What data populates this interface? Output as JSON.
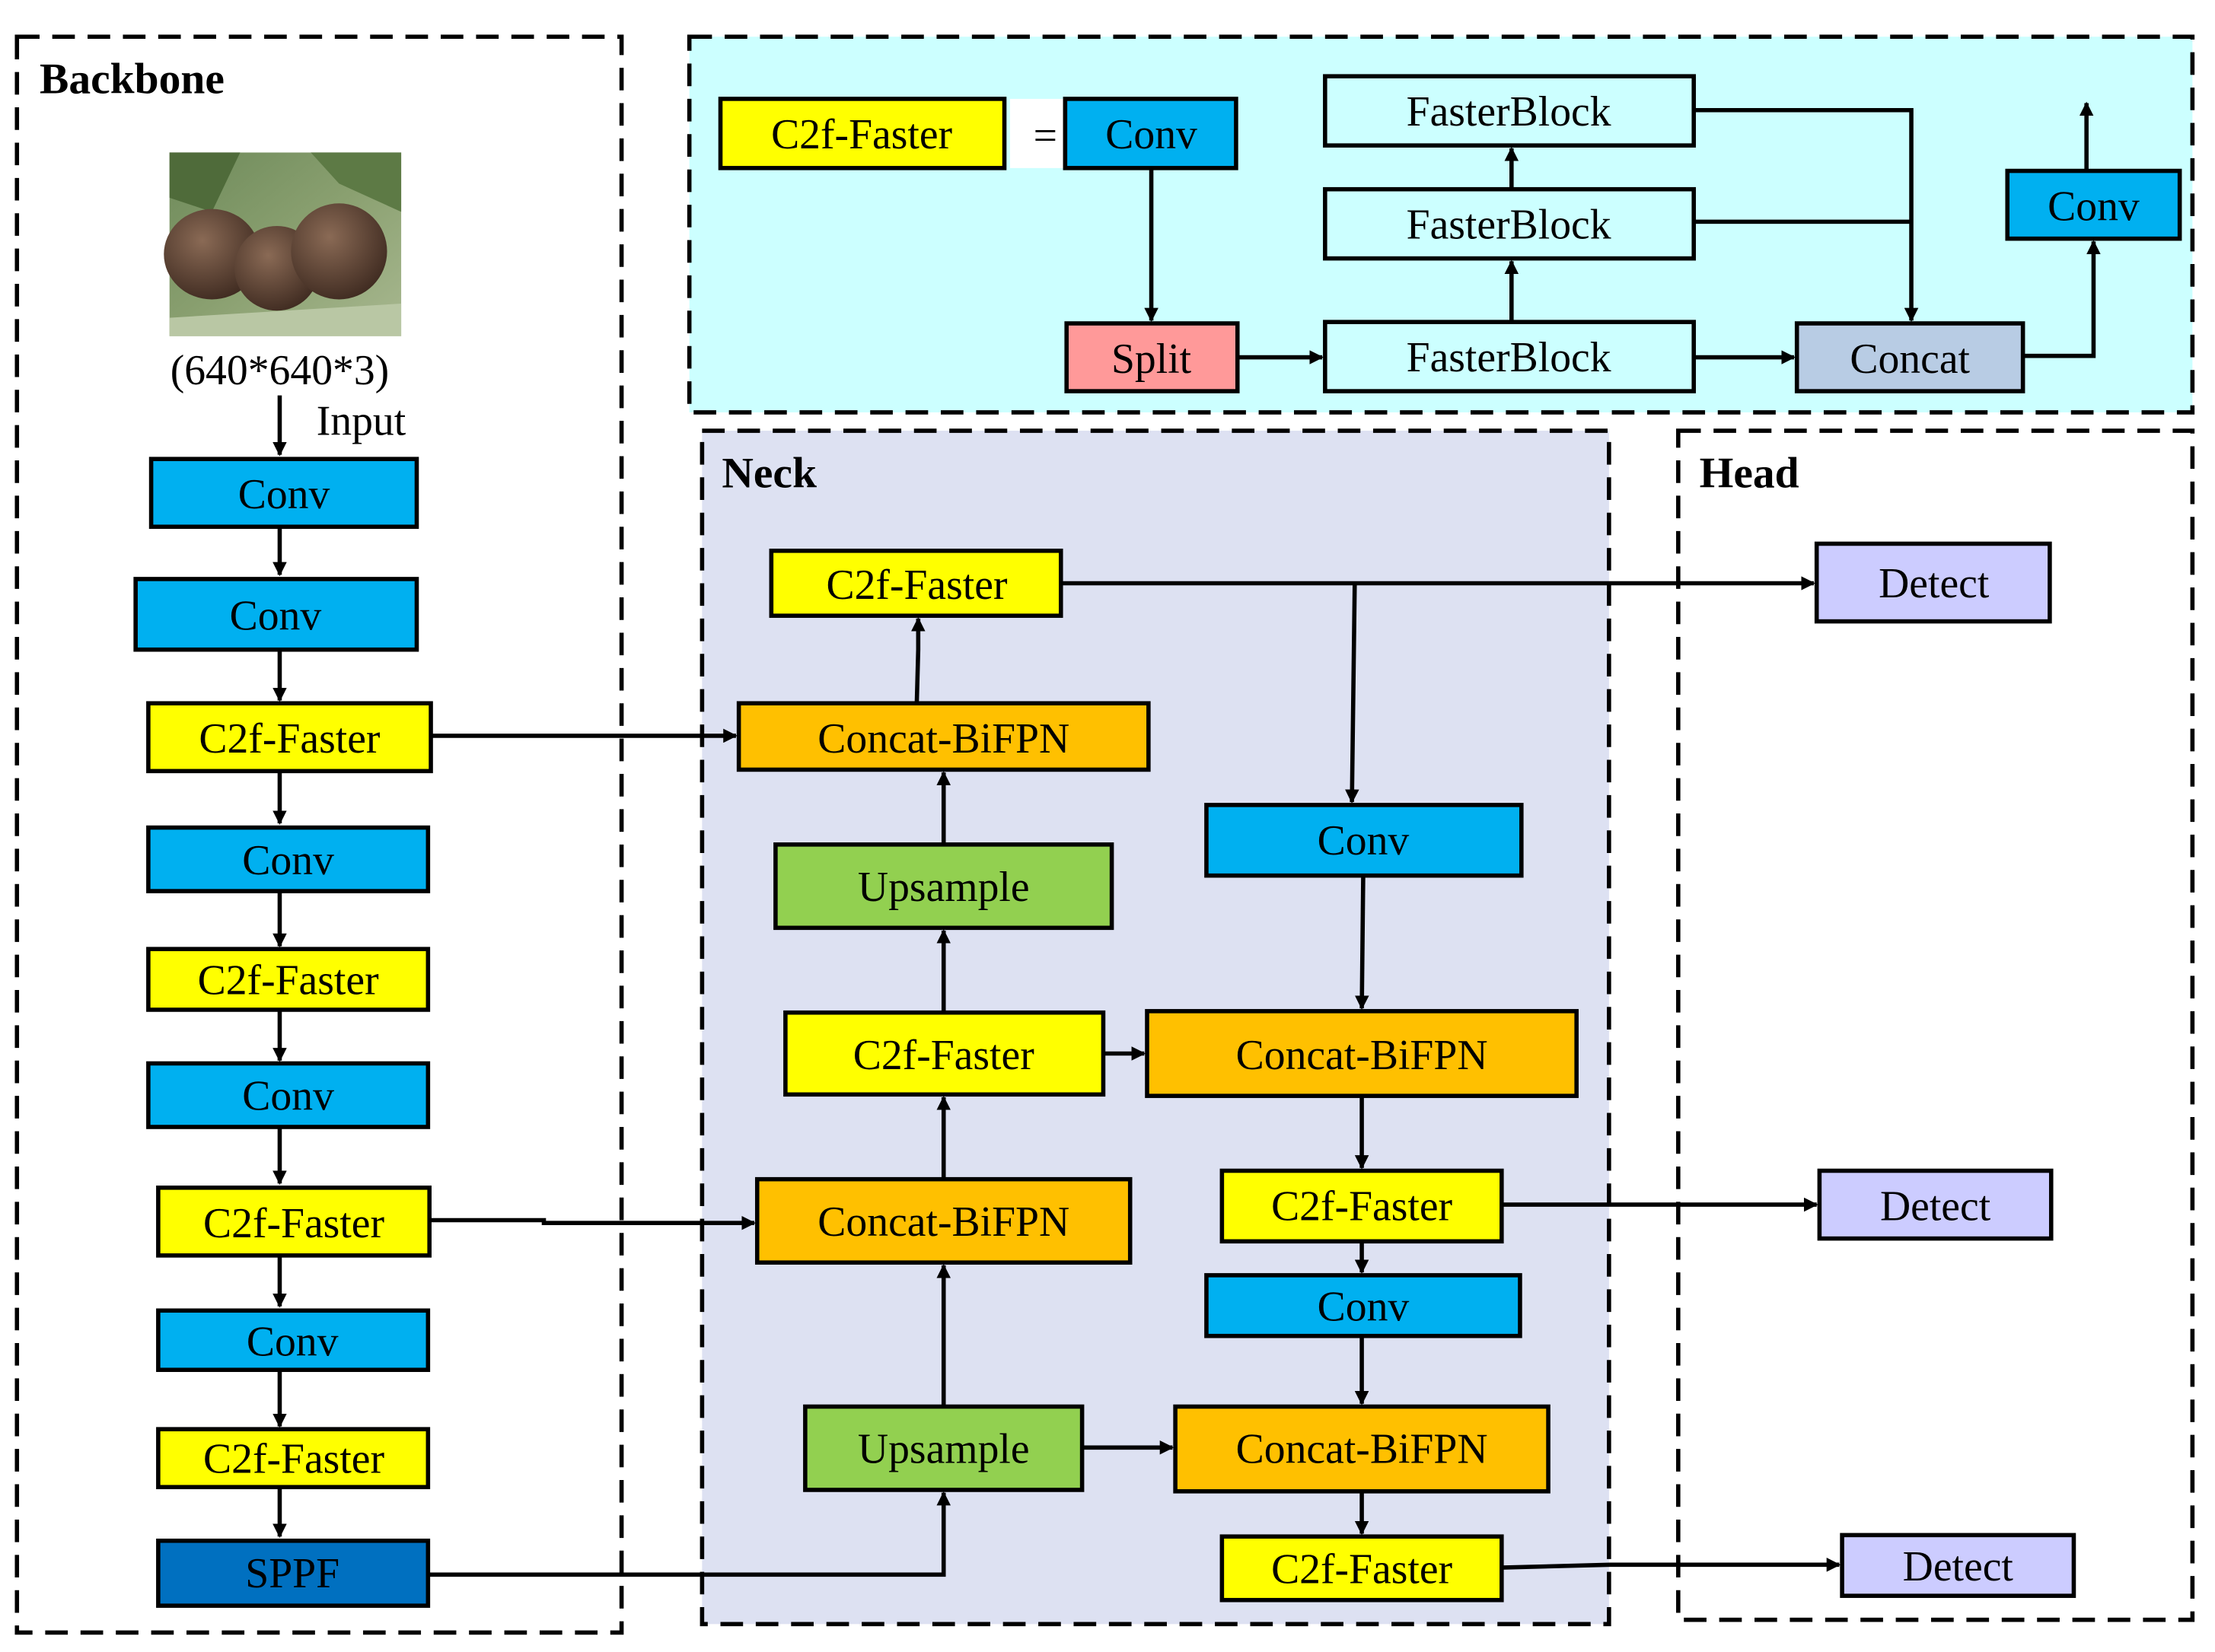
{
  "colors": {
    "conv": "#00b0f0",
    "c2f": "#ffff00",
    "concat_bifpn": "#ffc000",
    "upsample": "#92d050",
    "sppf": "#0070c0",
    "detect": "#ccccff",
    "split": "#ff9999",
    "concat": "#b8cce4",
    "fasterblock": "#ccffff",
    "top_panel_bg": "#ccffff",
    "neck_bg": "#dde1f2"
  },
  "sections": {
    "backbone": "Backbone",
    "neck": "Neck",
    "head": "Head"
  },
  "input": {
    "image_icon": "kiwifruit-photo",
    "size_label": "(640*640*3)",
    "input_label": "Input"
  },
  "backbone": {
    "conv1": "Conv",
    "conv2": "Conv",
    "c2f1": "C2f-Faster",
    "conv3": "Conv",
    "c2f2": "C2f-Faster",
    "conv4": "Conv",
    "c2f3": "C2f-Faster",
    "conv5": "Conv",
    "c2f4": "C2f-Faster",
    "sppf": "SPPF"
  },
  "neck": {
    "top_c2f": "C2f-Faster",
    "top_concat": "Concat-BiFPN",
    "upsample1": "Upsample",
    "mid_c2f": "C2f-Faster",
    "mid_concat": "Concat-BiFPN",
    "upsample2": "Upsample",
    "right_conv1": "Conv",
    "right_concat1": "Concat-BiFPN",
    "right_c2f1": "C2f-Faster",
    "right_conv2": "Conv",
    "right_concat2": "Concat-BiFPN",
    "right_c2f2": "C2f-Faster"
  },
  "head": {
    "detect1": "Detect",
    "detect2": "Detect",
    "detect3": "Detect"
  },
  "module": {
    "c2f_faster": "C2f-Faster",
    "equals": "=",
    "conv_in": "Conv",
    "split": "Split",
    "fasterblock1": "FasterBlock",
    "fasterblock2": "FasterBlock",
    "fasterblock3": "FasterBlock",
    "concat": "Concat",
    "conv_out": "Conv"
  }
}
